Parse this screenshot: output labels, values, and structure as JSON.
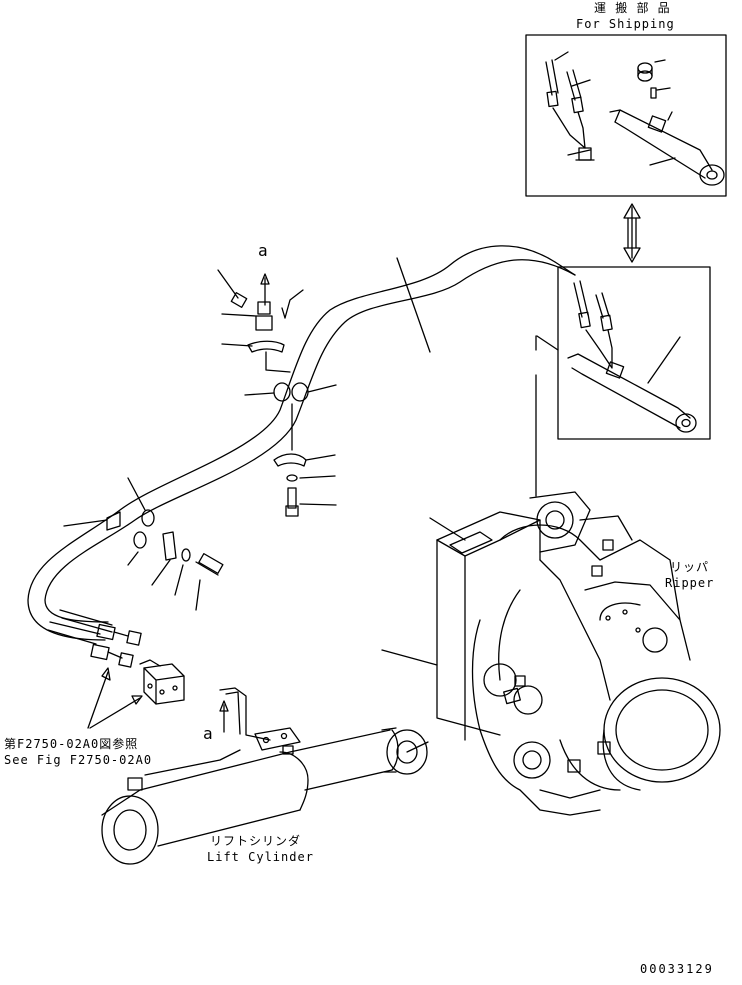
{
  "labels": {
    "shipping_jp": "運 搬 部 品",
    "shipping_en": "For Shipping",
    "ripper_jp": "リッパ",
    "ripper_en": "Ripper",
    "ref_jp": "第F2750-02A0図参照",
    "ref_en": "See Fig F2750-02A0",
    "lift_cyl_jp": "リフトシリンダ",
    "lift_cyl_en": "Lift Cylinder",
    "callout_a_top": "a",
    "callout_a_bottom": "a",
    "drawing_code": "00033129"
  },
  "icons": {
    "double_arrow": "double-headed-arrow",
    "arrow": "arrow-up"
  }
}
